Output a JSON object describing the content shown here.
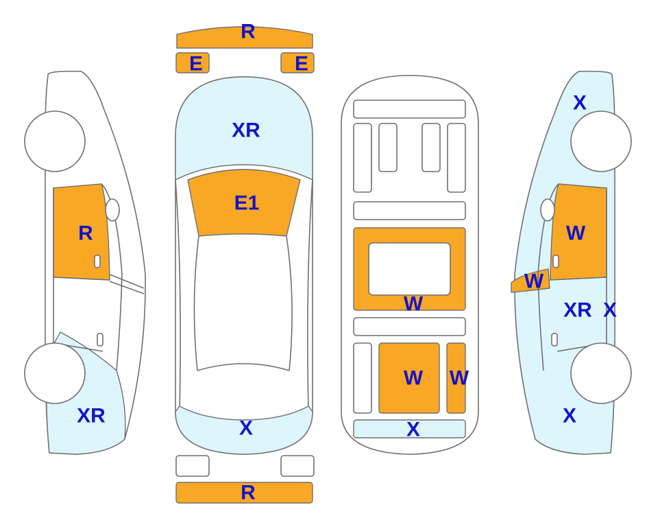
{
  "colors": {
    "damage_orange": "#F9A826",
    "damage_light_blue": "#DDF6FC",
    "label_blue": "#1414C8",
    "outline": "#6F6F6F"
  },
  "legend_codes": {
    "top_bumper": "R",
    "left_mirror": "E",
    "right_mirror": "E",
    "hood": "XR",
    "windshield": "E1",
    "trunk_lid": "X",
    "rear_bumper": "R",
    "left_front_door": "R",
    "left_rear_quarter": "XR",
    "interior_center": "W",
    "interior_rear_left": "W",
    "interior_rear_right": "W",
    "interior_rear_strip": "X",
    "right_front_fender": "X",
    "right_front_door": "W",
    "right_mirror_side": "W",
    "right_rear_door": "XR",
    "right_rear_edge": "X",
    "right_rear_quarter": "X"
  }
}
